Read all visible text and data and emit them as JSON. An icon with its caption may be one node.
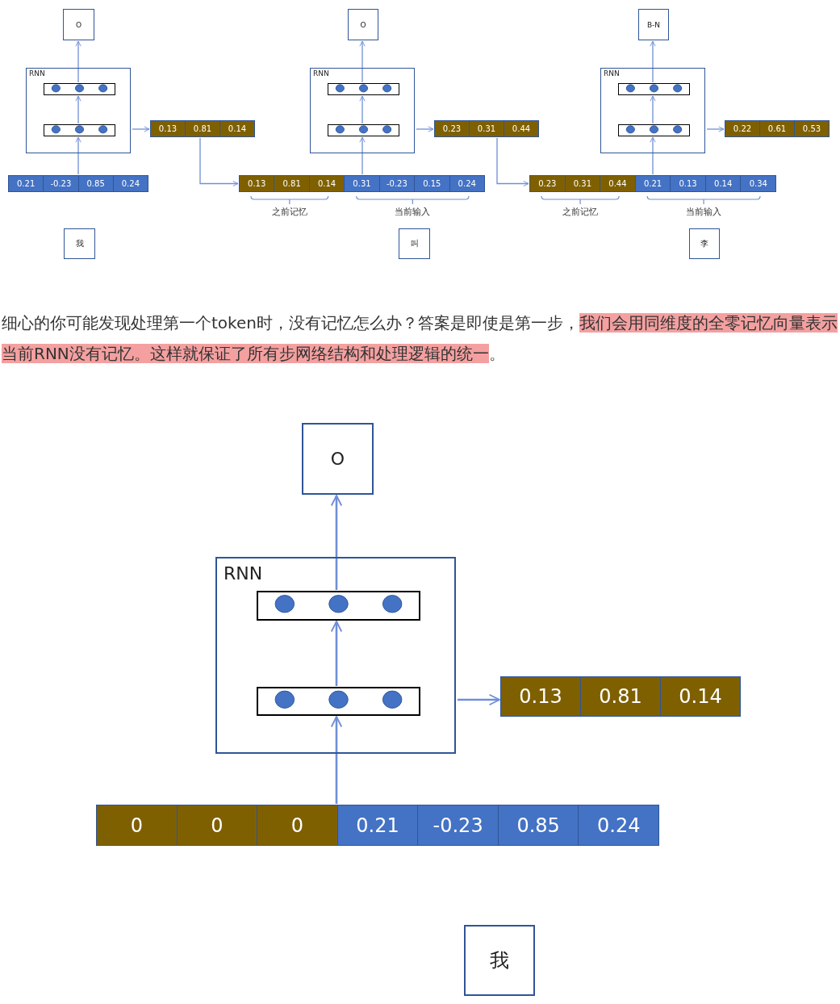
{
  "diagram": {
    "nodes": [
      {
        "text": [
          "O"
        ]
      },
      {
        "text": [
          "RNN"
        ]
      },
      {
        "text": [],
        "shape": "box",
        "in": 1
      },
      {
        "text": [],
        "shape": "box",
        "in": 1
      },
      {
        "text": [
          "0.13",
          "0.81",
          "0.14"
        ]
      },
      {
        "text": [
          "0.21",
          "-0.23",
          "0.85",
          "0.24"
        ]
      },
      {
        "text": [
          "我"
        ]
      },
      {
        "text": [
          "O"
        ]
      },
      {
        "text": [
          "RNN"
        ]
      },
      {
        "text": [],
        "shape": "box",
        "in": 8
      },
      {
        "text": [],
        "shape": "box",
        "in": 8
      },
      {
        "text": [
          "0.23",
          "0.31",
          "0.44"
        ]
      },
      {
        "text": [
          "0.13",
          "0.81",
          "0.14",
          "0.31",
          "-0.23",
          "0.15",
          "0.24"
        ],
        "beside": [
          "之前记忆",
          "当前输入"
        ]
      },
      {
        "text": [
          "叫"
        ]
      },
      {
        "text": [
          "B-N"
        ]
      },
      {
        "text": [
          "RNN"
        ]
      },
      {
        "text": [],
        "shape": "box",
        "in": 15
      },
      {
        "text": [],
        "shape": "box",
        "in": 15
      },
      {
        "text": [
          "0.22",
          "0.61",
          "0.53"
        ]
      },
      {
        "text": [
          "0.23",
          "0.31",
          "0.44",
          "0.21",
          "0.13",
          "0.14",
          "0.34"
        ],
        "beside": [
          "之前记忆",
          "当前输入"
        ]
      },
      {
        "text": [
          "李"
        ]
      },
      {
        "text": [
          "O"
        ]
      },
      {
        "text": [
          "RNN"
        ]
      },
      {
        "text": [],
        "shape": "box",
        "in": 22
      },
      {
        "text": [],
        "shape": "box",
        "in": 22
      },
      {
        "text": [
          "0.13",
          "0.81",
          "0.14"
        ]
      },
      {
        "text": [
          "0",
          "0",
          "0",
          "0.21",
          "-0.23",
          "0.85",
          "0.24"
        ]
      },
      {
        "text": [
          "我"
        ]
      }
    ],
    "edges": [
      {
        "from": 5,
        "to": 3,
        "arrow": "to"
      },
      {
        "from": 3,
        "to": 2,
        "arrow": "to"
      },
      {
        "from": 2,
        "to": 0,
        "arrow": "to"
      },
      {
        "from": 1,
        "to": 4,
        "arrow": "to"
      },
      {
        "from": 4,
        "to": 12,
        "arrow": "to"
      },
      {
        "from": 12,
        "to": 10,
        "arrow": "to"
      },
      {
        "from": 10,
        "to": 9,
        "arrow": "to"
      },
      {
        "from": 9,
        "to": 7,
        "arrow": "to"
      },
      {
        "from": 8,
        "to": 11,
        "arrow": "to"
      },
      {
        "from": 11,
        "to": 19,
        "arrow": "to"
      },
      {
        "from": 19,
        "to": 17,
        "arrow": "to"
      },
      {
        "from": 17,
        "to": 16,
        "arrow": "to"
      },
      {
        "from": 16,
        "to": 14,
        "arrow": "to"
      },
      {
        "from": 15,
        "to": 18,
        "arrow": "to"
      },
      {
        "from": 26,
        "to": 24,
        "arrow": "to"
      },
      {
        "from": 24,
        "to": 23,
        "arrow": "to"
      },
      {
        "from": 23,
        "to": 21,
        "arrow": "to"
      },
      {
        "from": 22,
        "to": 25,
        "arrow": "to"
      }
    ],
    "labels": [
      "细心的你可能发现处理第一个token时，没有记忆怎么办？答案是即使是第一步，",
      "我们会用同维度的全零记忆向量表示当前RNN没有记忆。这样就保证了所有步网络结构和处理逻辑的统一",
      "。"
    ]
  }
}
